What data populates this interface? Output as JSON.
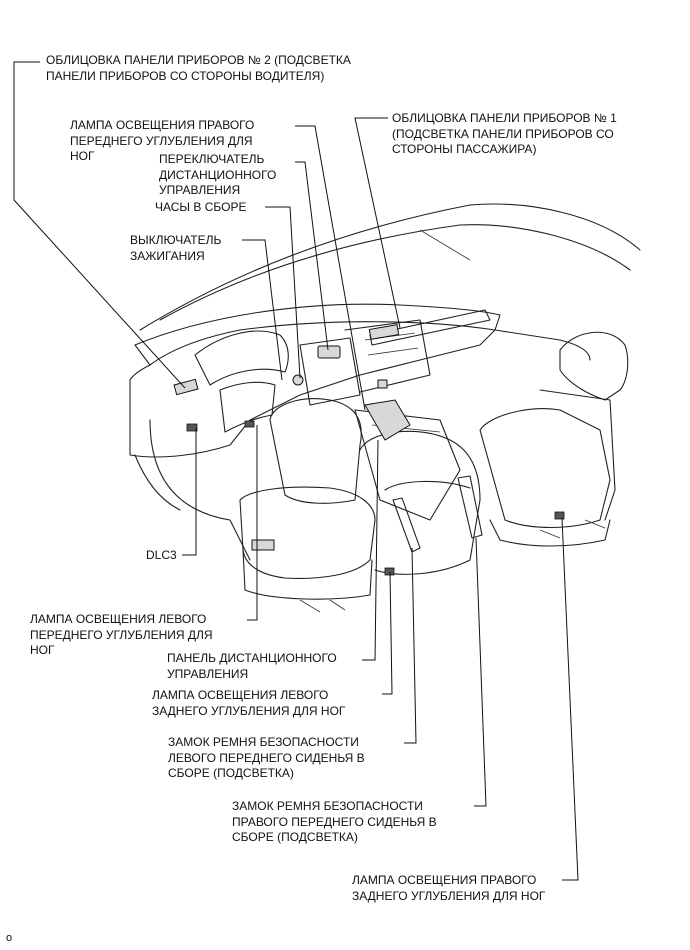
{
  "labels": {
    "trim_panel_2": "ОБЛИЦОВКА ПАНЕЛИ ПРИБОРОВ № 2 (ПОДСВЕТКА\nПАНЕЛИ ПРИБОРОВ СО СТОРОНЫ ВОДИТЕЛЯ)",
    "rf_footwell_lamp": "ЛАМПА ОСВЕЩЕНИЯ ПРАВОГО\nПЕРЕДНЕГО УГЛУБЛЕНИЯ ДЛЯ\nНОГ",
    "remote_switch": "ПЕРЕКЛЮЧАТЕЛЬ\nДИСТАНЦИОННОГО\nУПРАВЛЕНИЯ",
    "clock": "ЧАСЫ В СБОРЕ",
    "trim_panel_1": "ОБЛИЦОВКА ПАНЕЛИ ПРИБОРОВ № 1\n(ПОДСВЕТКА ПАНЕЛИ ПРИБОРОВ СО\nСТОРОНЫ ПАССАЖИРА)",
    "ignition": "ВЫКЛЮЧАТЕЛЬ\nЗАЖИГАНИЯ",
    "dlc3": "DLC3",
    "lf_footwell_lamp": "ЛАМПА ОСВЕЩЕНИЯ ЛЕВОГО\nПЕРЕДНЕГО УГЛУБЛЕНИЯ ДЛЯ\nНОГ",
    "remote_panel": "ПАНЕЛЬ ДИСТАНЦИОННОГО\nУПРАВЛЕНИЯ",
    "lr_footwell_lamp": "ЛАМПА ОСВЕЩЕНИЯ ЛЕВОГО\nЗАДНЕГО УГЛУБЛЕНИЯ ДЛЯ НОГ",
    "lf_buckle": "ЗАМОК РЕМНЯ БЕЗОПАСНОСТИ\nЛЕВОГО ПЕРЕДНЕГО СИДЕНЬЯ В\nСБОРЕ (ПОДСВЕТКА)",
    "rf_buckle": "ЗАМОК РЕМНЯ БЕЗОПАСНОСТИ\nПРАВОГО ПЕРЕДНЕГО СИДЕНЬЯ В\nСБОРЕ (ПОДСВЕТКА)",
    "rr_footwell_lamp": "ЛАМПА ОСВЕЩЕНИЯ ПРАВОГО\nЗАДНЕГО УГЛУБЛЕНИЯ ДЛЯ НОГ"
  },
  "footer": "о"
}
